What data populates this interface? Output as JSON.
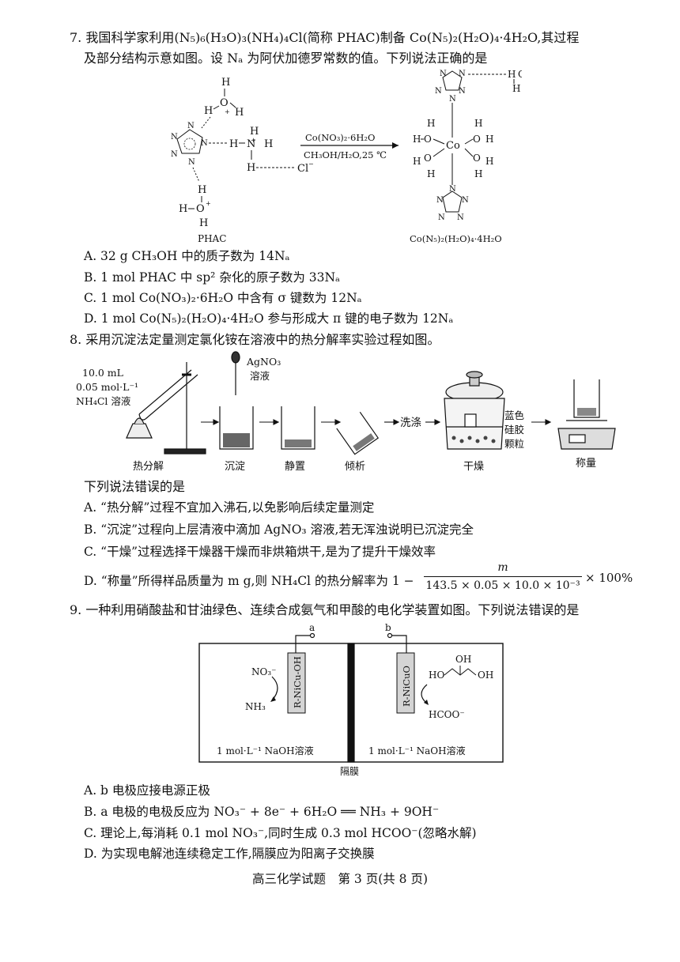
{
  "q7": {
    "stem_line1": "7. 我国科学家利用(N₅)₆(H₃O)₃(NH₄)₄Cl(简称 PHAC)制备 Co(N₅)₂(H₂O)₄·4H₂O,其过程",
    "stem_line2": "及部分结构示意如图。设 Nₐ 为阿伏加德罗常数的值。下列说法正确的是",
    "reagent_top": "Co(NO₃)₂·6H₂O",
    "reagent_bottom": "CH₃OH/H₂O,25 ℃",
    "label_left": "PHAC",
    "label_right": "Co(N₅)₂(H₂O)₄·4H₂O",
    "options": [
      "A. 32 g CH₃OH 中的质子数为 14Nₐ",
      "B. 1 mol PHAC 中 sp² 杂化的原子数为 33Nₐ",
      "C. 1 mol Co(NO₃)₂·6H₂O 中含有 σ 键数为 12Nₐ",
      "D. 1 mol Co(N₅)₂(H₂O)₄·4H₂O 参与形成大 π 键的电子数为 12Nₐ"
    ]
  },
  "q8": {
    "stem": "8. 采用沉淀法定量测定氯化铵在溶液中的热分解率实验过程如图。",
    "sol_line1": "10.0 mL",
    "sol_line2": "0.05 mol·L⁻¹",
    "sol_line3": "NH₄Cl 溶液",
    "agno3_line1": "AgNO₃",
    "agno3_line2": "溶液",
    "wash": "洗涤",
    "silica_line1": "蓝色",
    "silica_line2": "硅胶",
    "silica_line3": "颗粒",
    "steps": [
      "热分解",
      "沉淀",
      "静置",
      "倾析",
      "干燥",
      "称量"
    ],
    "question": "下列说法错误的是",
    "options": [
      "A. “热分解”过程不宜加入沸石,以免影响后续定量测定",
      "B. “沉淀”过程向上层清液中滴加 AgNO₃ 溶液,若无浑浊说明已沉淀完全",
      "C. “干燥”过程选择干燥器干燥而非烘箱烘干,是为了提升干燥效率",
      "D. “称量”所得样品质量为 m g,则 NH₄Cl 的热分解率为 1 −"
    ],
    "frac_num": "m",
    "frac_den": "143.5 × 0.05 × 10.0 × 10⁻³",
    "frac_tail": "× 100%"
  },
  "q9": {
    "stem": "9. 一种利用硝酸盐和甘油绿色、连续合成氨气和甲酸的电化学装置如图。下列说法错误的是",
    "electrode_a": "a",
    "electrode_b": "b",
    "left_electrode": "R-NiCu-OH",
    "right_electrode": "R-NiCuO",
    "no3": "NO₃⁻",
    "nh3": "NH₃",
    "hcoo": "HCOO⁻",
    "left_solution": "1 mol·L⁻¹ NaOH溶液",
    "right_solution": "1 mol·L⁻¹ NaOH溶液",
    "membrane": "隔膜",
    "options": [
      "A. b 电极应接电源正极",
      "B. a 电极的电极反应为 NO₃⁻ + 8e⁻ + 6H₂O ══ NH₃ + 9OH⁻",
      "C. 理论上,每消耗 0.1 mol NO₃⁻,同时生成 0.3 mol HCOO⁻(忽略水解)",
      "D. 为实现电解池连续稳定工作,隔膜应为阳离子交换膜"
    ]
  },
  "footer": "高三化学试题　第 3 页(共 8 页)"
}
